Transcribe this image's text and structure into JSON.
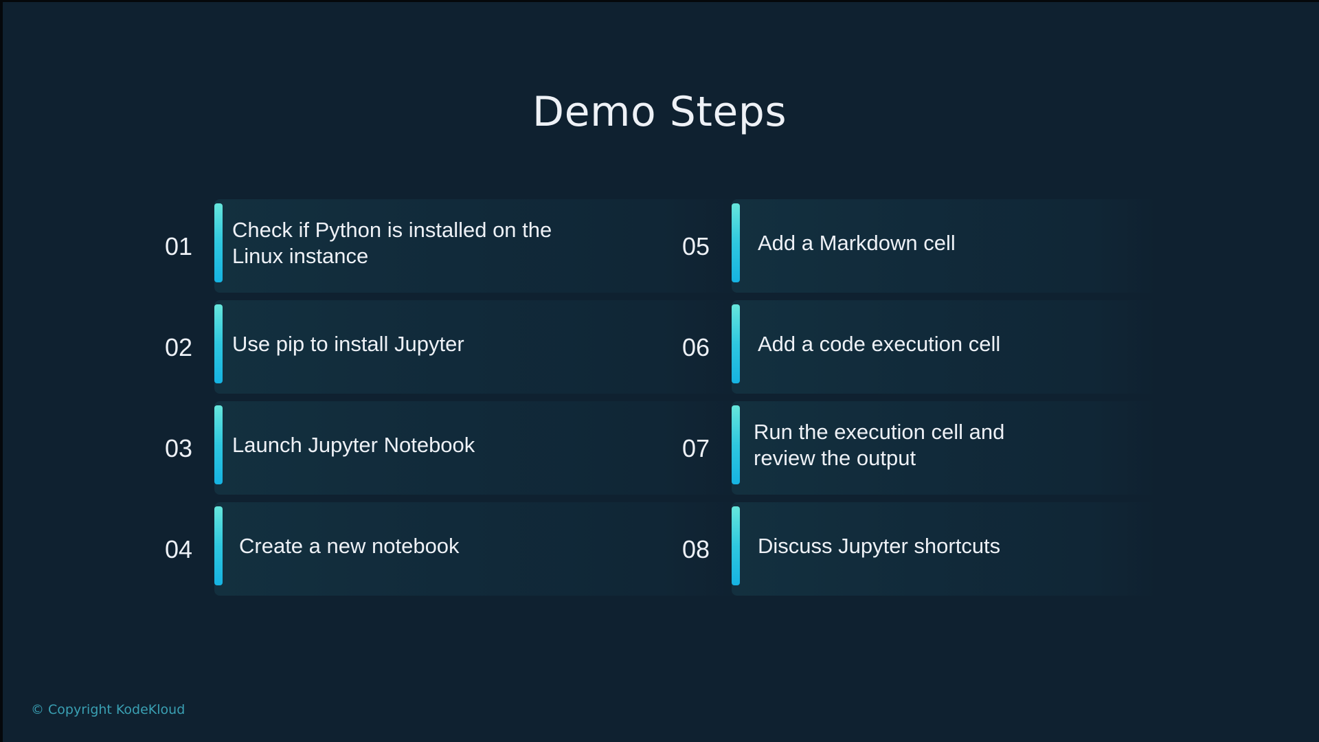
{
  "slide": {
    "title": "Demo Steps",
    "copyright": "© Copyright KodeKloud",
    "accent_color": "#1ab8e0",
    "background_color": "#0f2130"
  },
  "steps": [
    {
      "number": "01",
      "label": "Check if Python is installed on the Linux instance"
    },
    {
      "number": "02",
      "label": "Use pip to install Jupyter"
    },
    {
      "number": "03",
      "label": "Launch Jupyter Notebook"
    },
    {
      "number": "04",
      "label": "Create a new notebook"
    },
    {
      "number": "05",
      "label": "Add a Markdown cell"
    },
    {
      "number": "06",
      "label": "Add a code execution cell"
    },
    {
      "number": "07",
      "label": "Run the execution cell and review the output"
    },
    {
      "number": "08",
      "label": "Discuss Jupyter shortcuts"
    }
  ]
}
